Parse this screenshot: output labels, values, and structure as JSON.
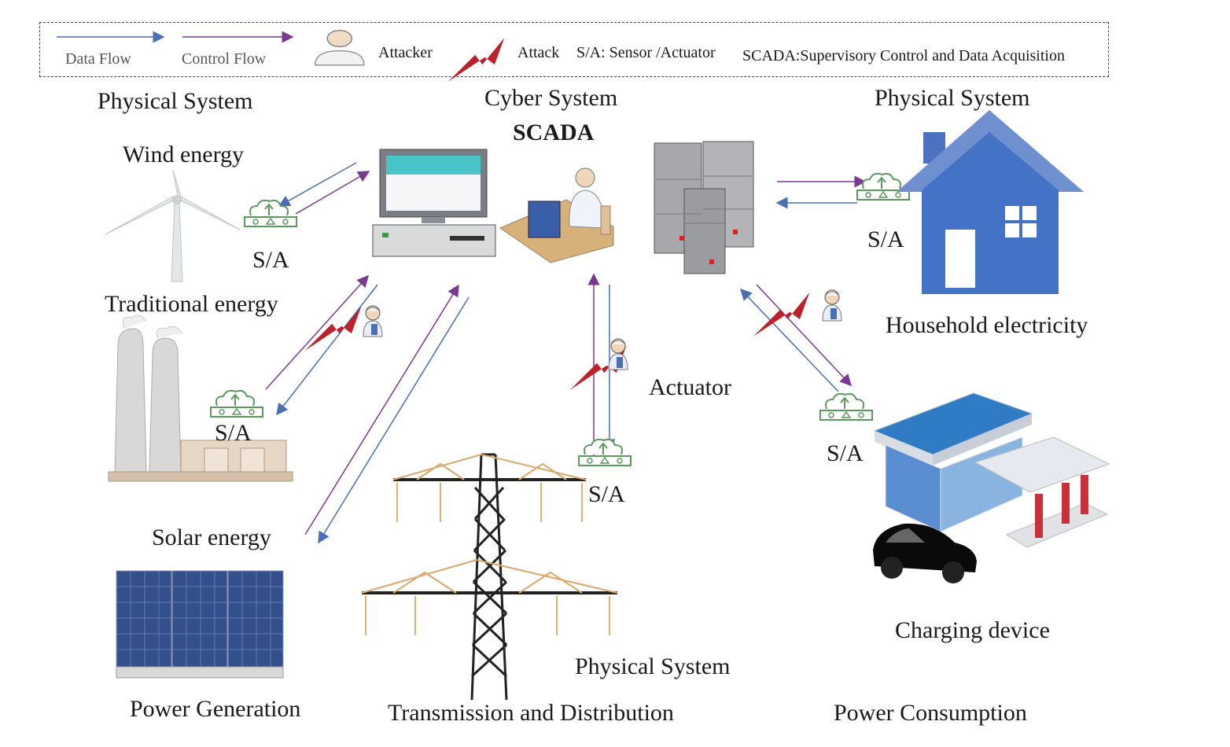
{
  "legend": {
    "data_flow": "Data Flow",
    "control_flow": "Control Flow",
    "attacker": "Attacker",
    "attack": "Attack",
    "sa_def": "S/A: Sensor /Actuator",
    "scada_def": "SCADA:Supervisory Control and Data Acquisition"
  },
  "cyber": {
    "title": "Cyber System",
    "scada": "SCADA"
  },
  "physical_left": "Physical System",
  "physical_right": "Physical System",
  "physical_bottom": "Physical System",
  "generation": {
    "wind": "Wind energy",
    "traditional": "Traditional energy",
    "solar": "Solar energy",
    "caption": "Power Generation"
  },
  "transmission": {
    "caption": "Transmission and Distribution",
    "actuator": "Actuator"
  },
  "consumption": {
    "household": "Household electricity",
    "charging": "Charging device",
    "caption": "Power Consumption"
  },
  "sa_labels": [
    "S/A",
    "S/A",
    "S/A",
    "S/A",
    "S/A"
  ],
  "colors": {
    "data_flow": "#4a6fb5",
    "control_flow": "#7a3a8f",
    "attack": "#c0202a",
    "house": "#4472c4",
    "sensor": "#5a9a5a"
  }
}
